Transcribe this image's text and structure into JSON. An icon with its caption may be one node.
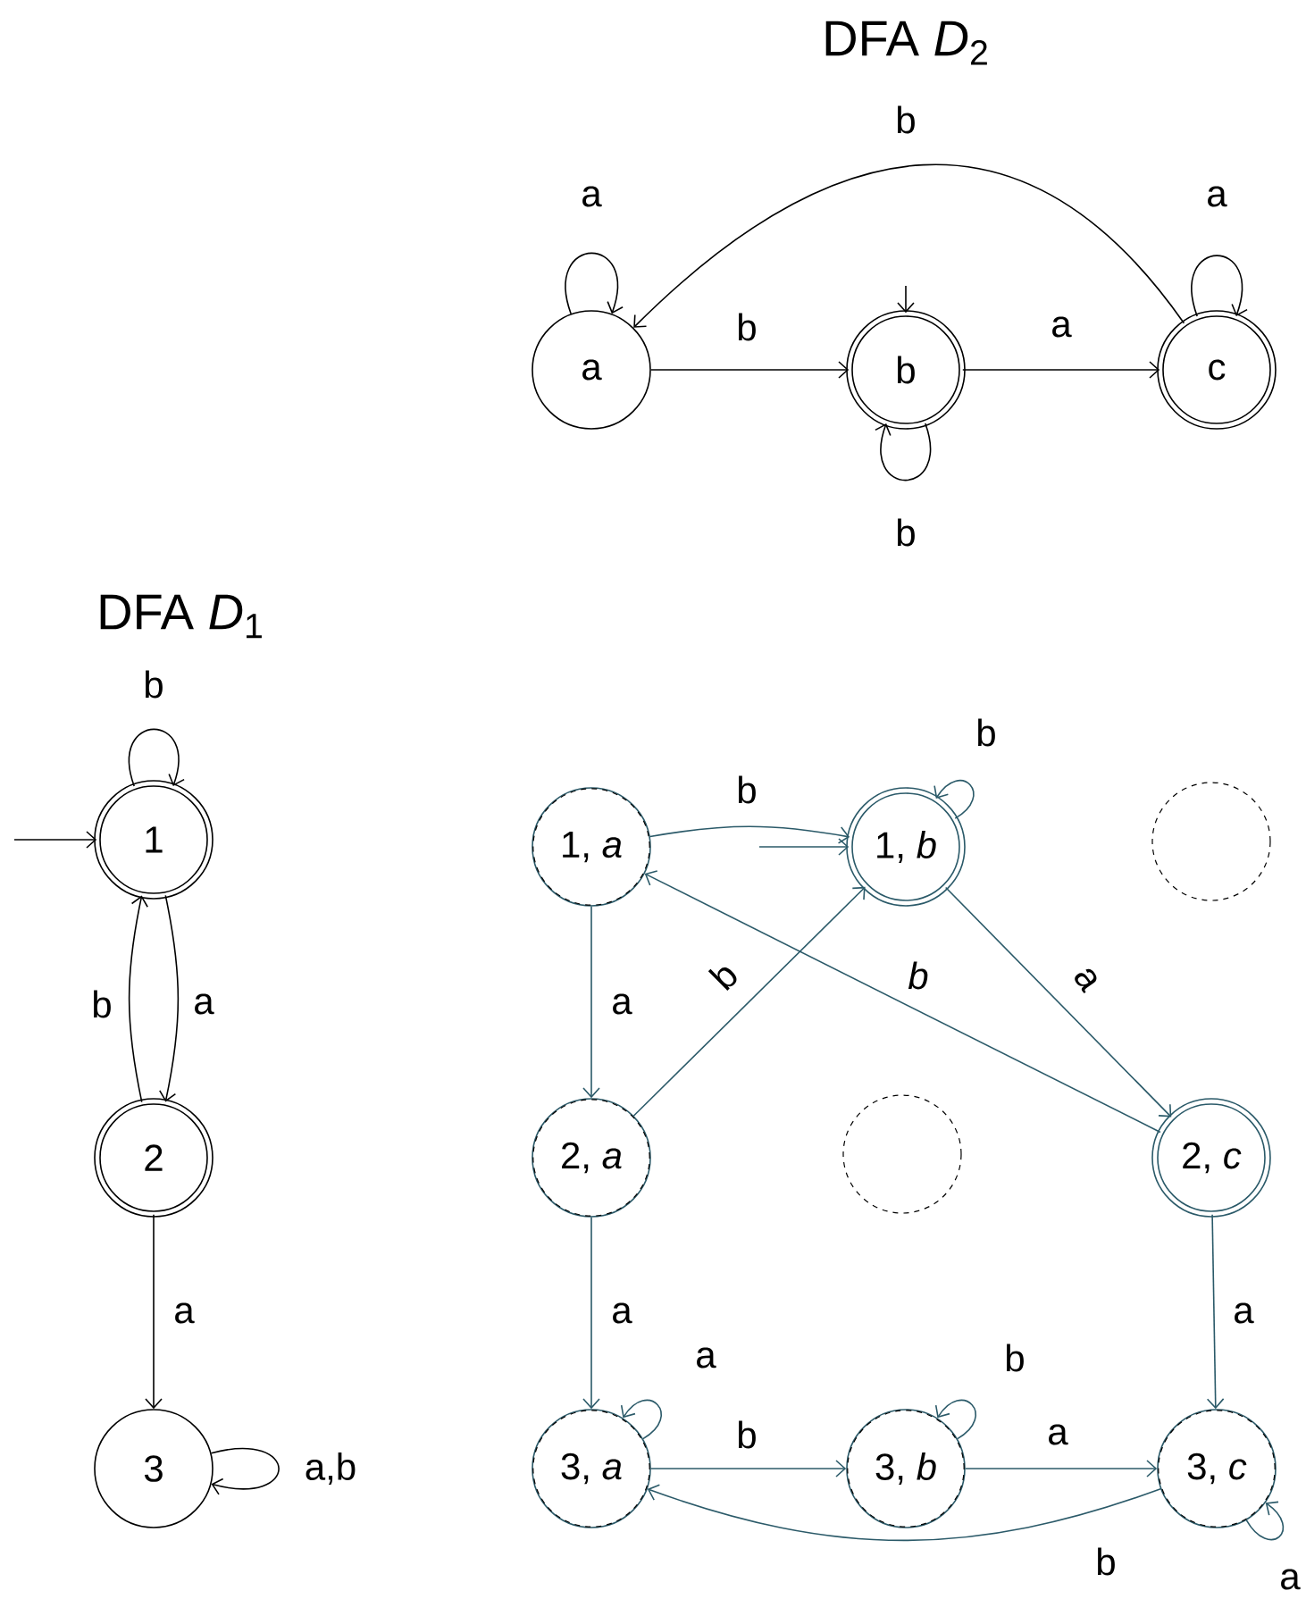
{
  "diagram": {
    "title": "DFA *D*$_{2}$",
    "nodes": [
      {
        "text": [
          "a"
        ]
      },
      {
        "text": [
          "b"
        ]
      },
      {
        "text": [
          "c"
        ]
      },
      {
        "text": [
          "1"
        ]
      },
      {
        "text": [
          "2"
        ]
      },
      {
        "text": [
          "3"
        ]
      },
      {
        "text": [
          "1, *a*"
        ]
      },
      {
        "text": [
          "1, *b*"
        ]
      },
      {
        "text": [],
        "shape": "circle"
      },
      {
        "text": [
          "2, *a*"
        ]
      },
      {
        "text": [],
        "shape": "circle"
      },
      {
        "text": [
          "2, *c*"
        ]
      },
      {
        "text": [
          "3, *a*"
        ]
      },
      {
        "text": [
          "3, *b*"
        ]
      },
      {
        "text": [
          "3, *c*"
        ]
      }
    ],
    "edges": [
      {
        "from": null,
        "to": 1,
        "arrow": "to",
        "color": "#000000"
      },
      {
        "from": 0,
        "to": 0,
        "arrow": "to",
        "label": "a",
        "color": "#000000"
      },
      {
        "from": 0,
        "to": 1,
        "arrow": "to",
        "label": "b",
        "color": "#000000"
      },
      {
        "from": 1,
        "to": 1,
        "arrow": "to",
        "label": "b",
        "color": "#000000"
      },
      {
        "from": 1,
        "to": 2,
        "arrow": "to",
        "label": "a",
        "color": "#000000"
      },
      {
        "from": 2,
        "to": 2,
        "arrow": "to",
        "label": "a",
        "color": "#000000"
      },
      {
        "from": 2,
        "to": 0,
        "arrow": "to",
        "label": "b",
        "color": "#000000"
      },
      {
        "from": null,
        "to": 3,
        "arrow": "to",
        "color": "#000000"
      },
      {
        "from": 3,
        "to": 3,
        "arrow": "to",
        "label": "b",
        "color": "#000000"
      },
      {
        "from": 3,
        "to": 4,
        "arrow": "to",
        "label": "a",
        "color": "#000000"
      },
      {
        "from": 4,
        "to": 3,
        "arrow": "to",
        "label": "b",
        "color": "#000000"
      },
      {
        "from": 4,
        "to": 5,
        "arrow": "to",
        "label": "a",
        "color": "#000000"
      },
      {
        "from": 5,
        "to": 5,
        "arrow": "to",
        "label": "a,b",
        "color": "#000000"
      },
      {
        "from": null,
        "to": 7,
        "arrow": "to",
        "color": "#2b5a69"
      },
      {
        "from": 6,
        "to": 7,
        "arrow": "to",
        "label": "b",
        "color": "#2b5a69"
      },
      {
        "from": 7,
        "to": 7,
        "arrow": "to",
        "label": "b",
        "color": "#2b5a69"
      },
      {
        "from": 6,
        "to": 9,
        "arrow": "to",
        "label": "a",
        "color": "#2b5a69"
      },
      {
        "from": 9,
        "to": 7,
        "arrow": "to",
        "label": "b",
        "color": "#2b5a69"
      },
      {
        "from": 7,
        "to": 11,
        "arrow": "to",
        "label": "a",
        "color": "#2b5a69"
      },
      {
        "from": 11,
        "to": 6,
        "arrow": "to",
        "label": "*b*",
        "color": "#2b5a69"
      },
      {
        "from": 9,
        "to": 12,
        "arrow": "to",
        "label": "a",
        "color": "#2b5a69"
      },
      {
        "from": 12,
        "to": 12,
        "arrow": "to",
        "label": "a",
        "color": "#2b5a69"
      },
      {
        "from": 12,
        "to": 13,
        "arrow": "to",
        "label": "b",
        "color": "#2b5a69"
      },
      {
        "from": 13,
        "to": 13,
        "arrow": "to",
        "label": "b",
        "color": "#2b5a69"
      },
      {
        "from": 13,
        "to": 14,
        "arrow": "to",
        "label": "a",
        "color": "#2b5a69"
      },
      {
        "from": 14,
        "to": 12,
        "arrow": "to",
        "label": "b",
        "color": "#2b5a69"
      },
      {
        "from": 14,
        "to": 14,
        "arrow": "to",
        "label": "a",
        "color": "#2b5a69"
      },
      {
        "from": 11,
        "to": 14,
        "arrow": "to",
        "label": "a",
        "color": "#2b5a69"
      }
    ],
    "labels": [
      "DFA *D*$_{1}$"
    ]
  }
}
